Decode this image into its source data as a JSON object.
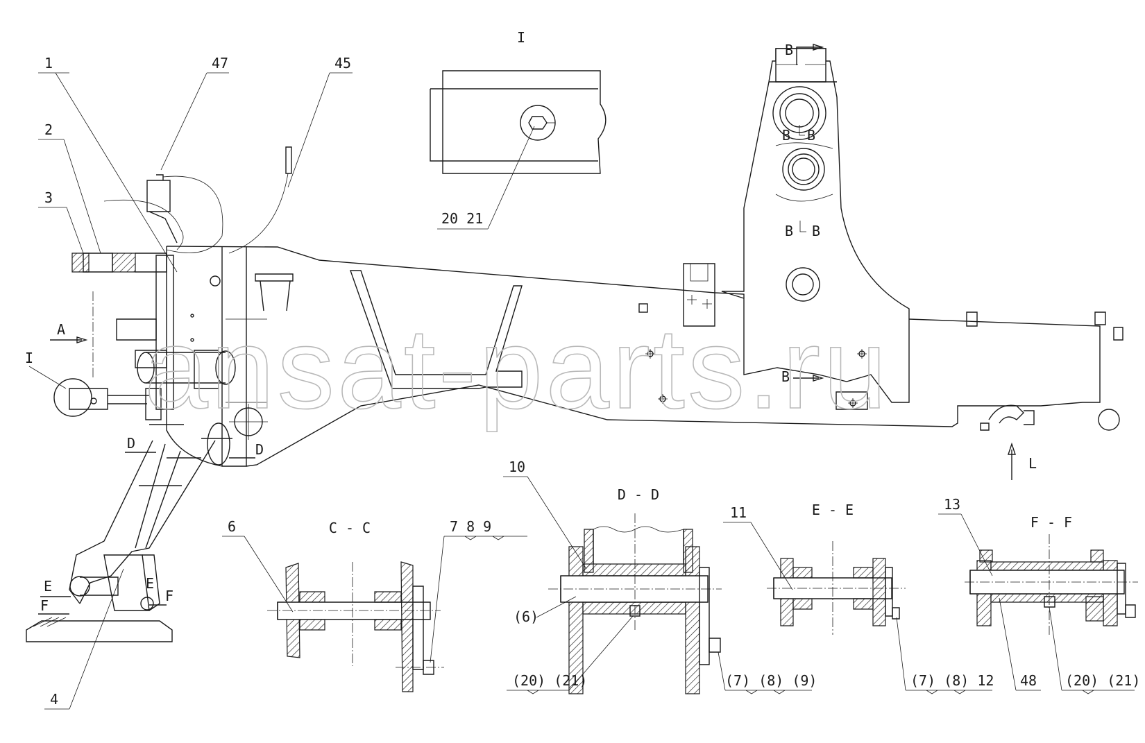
{
  "watermark": "ansat-parts.ru",
  "detail_view": {
    "title": "I"
  },
  "sections": {
    "c": "C - C",
    "d": "D - D",
    "e": "E - E",
    "f": "F - F"
  },
  "section_marks": {
    "a": "A",
    "b": "B",
    "d": "D",
    "e": "E",
    "f": "F",
    "i": "I",
    "l": "L"
  },
  "callouts": {
    "p1": "1",
    "p2": "2",
    "p3": "3",
    "p4": "4",
    "p6": "6",
    "p10": "10",
    "p11": "11",
    "p13": "13",
    "p45": "45",
    "p47": "47",
    "p48": "48",
    "p20_21_detail": "20  21",
    "p7_8_9": "7  8  9",
    "p6_ref": "(6)",
    "p20_21_dd": "(20) (21)",
    "p7_8_9_dd": "(7)  (8)  (9)",
    "p7_8_12": "(7)  (8)  12",
    "p20_21_ff": "(20) (21)"
  }
}
